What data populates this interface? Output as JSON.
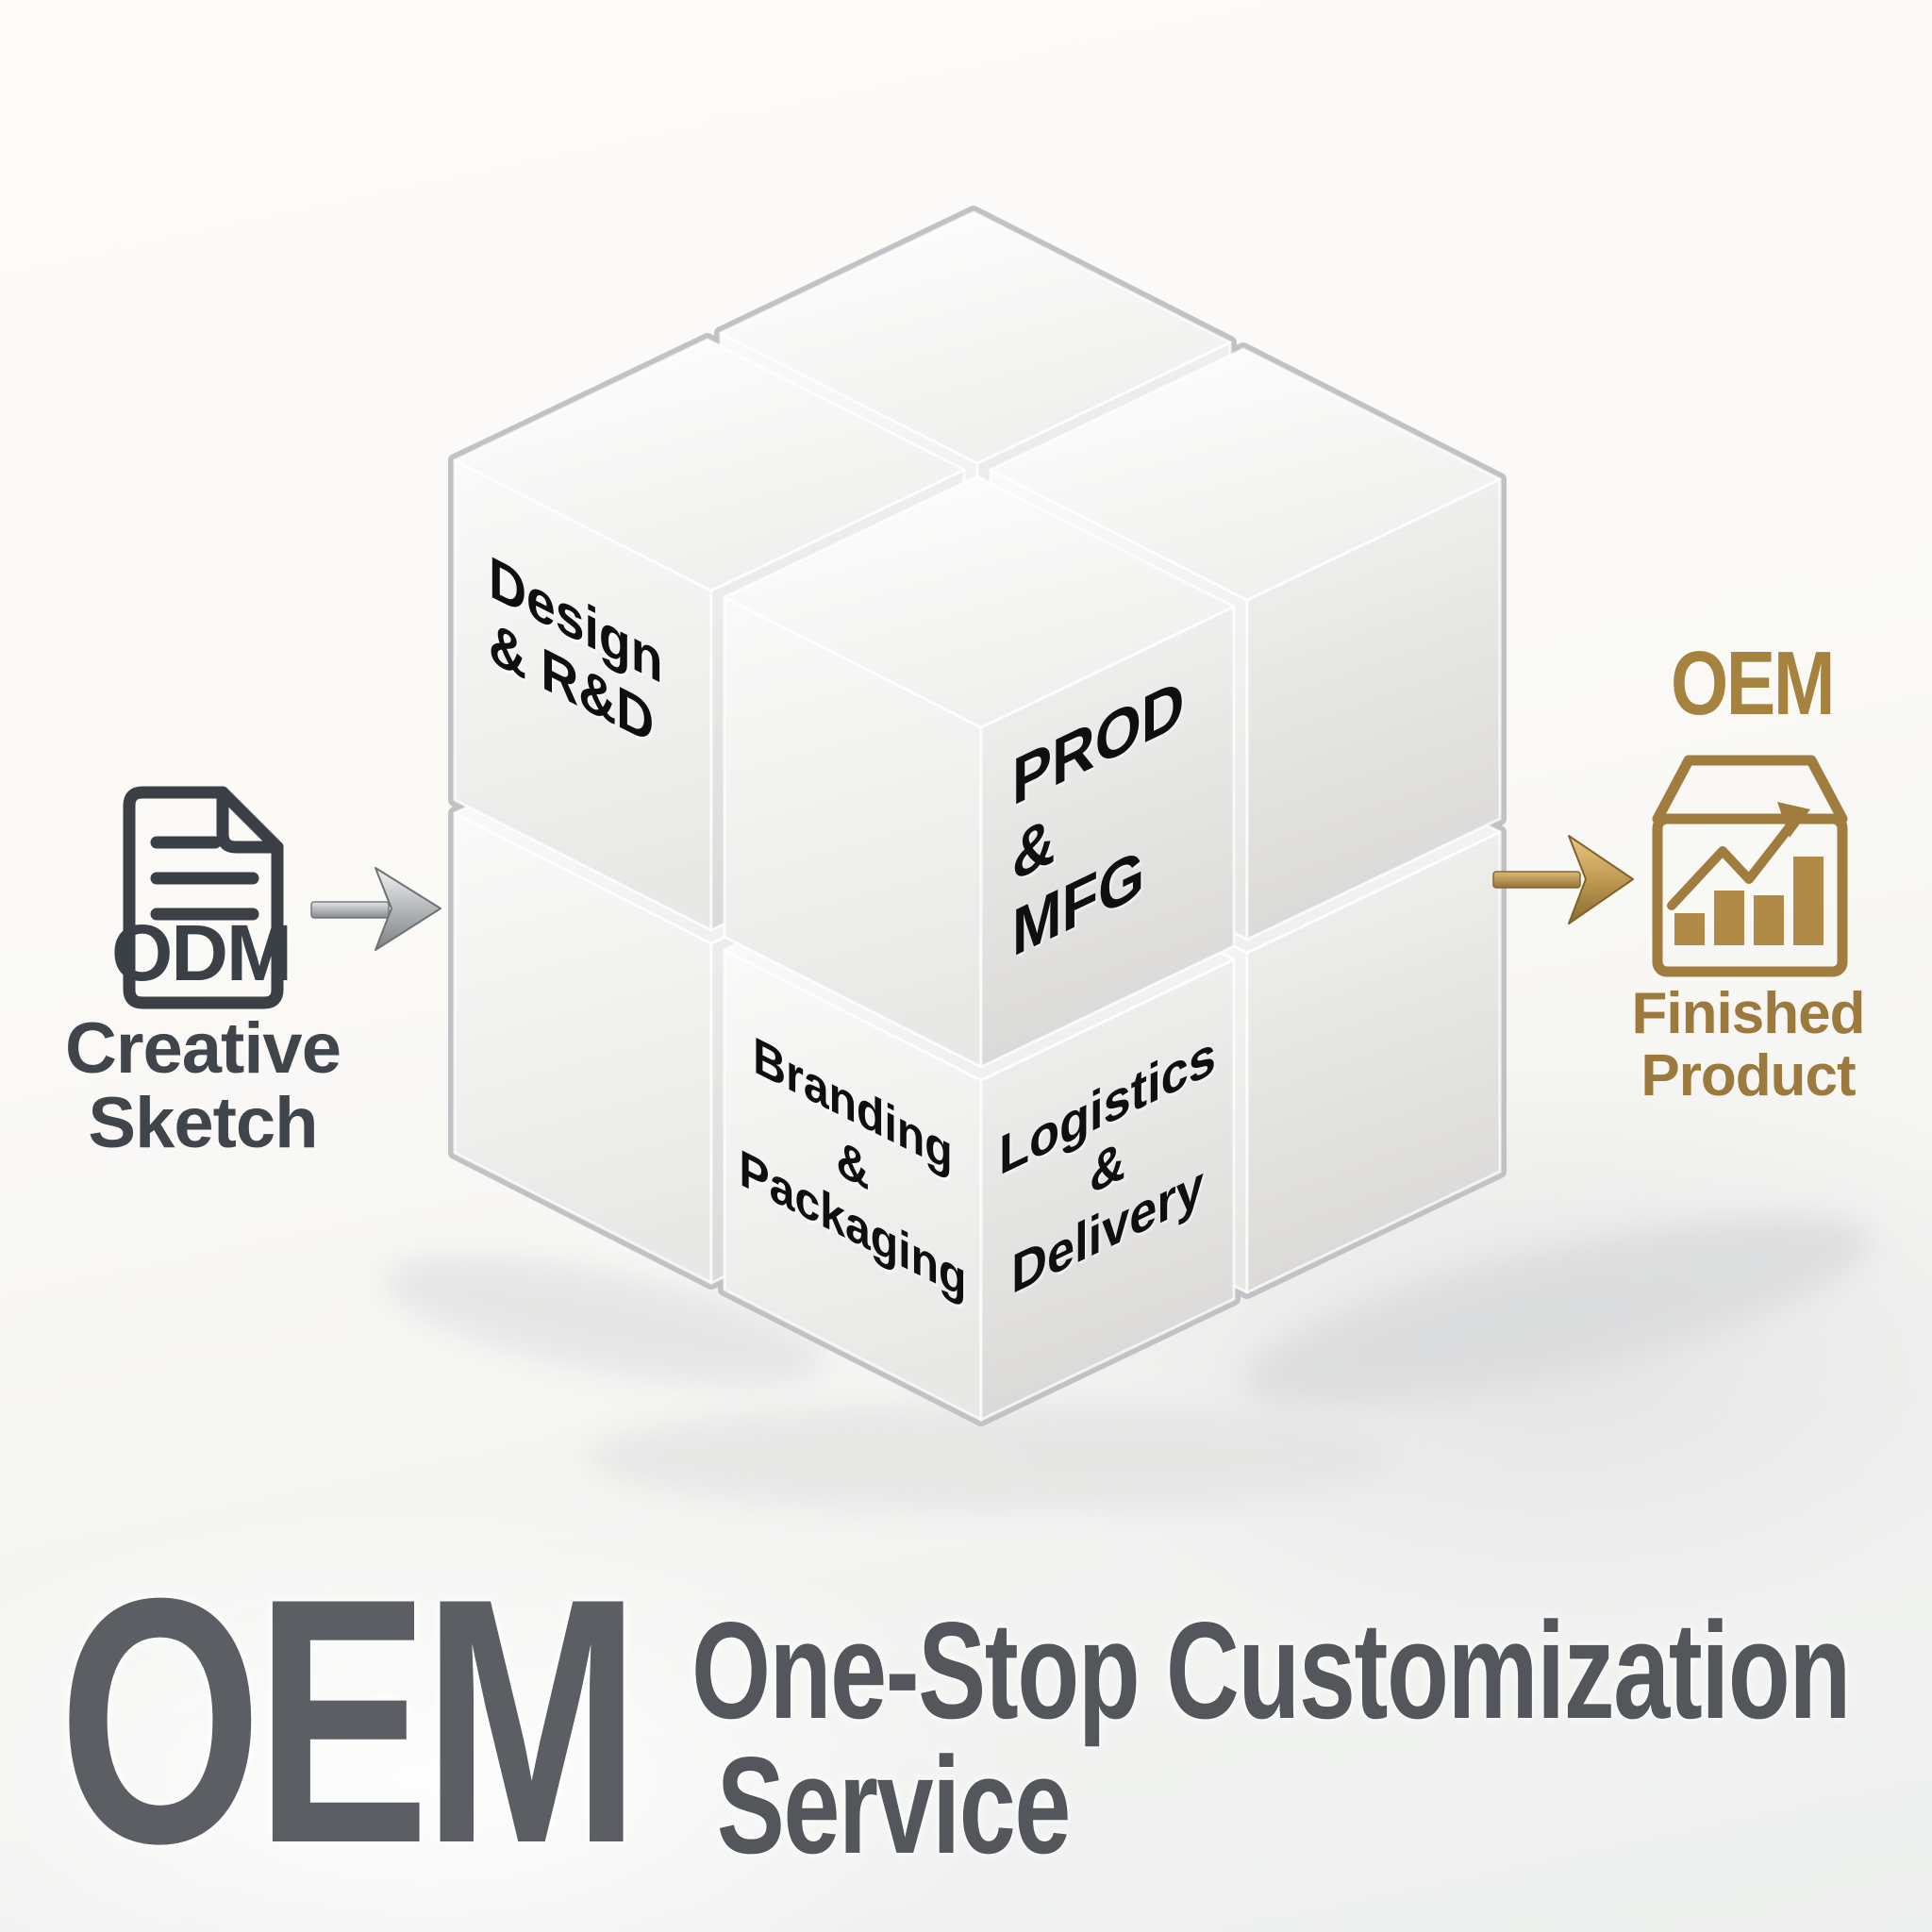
{
  "input": {
    "icon": "odm-document-icon",
    "icon_text": "ODM",
    "caption": "Creative\nSketch"
  },
  "process_cube": {
    "faces": [
      {
        "id": "design",
        "label": "Design\n& R&D"
      },
      {
        "id": "production",
        "label": "PROD\n&\nMFG"
      },
      {
        "id": "branding",
        "label": "Branding\n&\nPackaging"
      },
      {
        "id": "logistics",
        "label": "Logistics\n&\nDelivery"
      }
    ]
  },
  "output": {
    "heading": "OEM",
    "icon": "box-growth-chart-icon",
    "caption": "Finished\nProduct"
  },
  "footer": {
    "brand": "OEM",
    "tagline_line1": "One-Stop Customization",
    "tagline_line2": "Service"
  },
  "arrows": [
    {
      "id": "input-arrow",
      "direction": "right",
      "color": "#8d9194"
    },
    {
      "id": "output-arrow",
      "direction": "right",
      "color": "#a6823f"
    }
  ],
  "colors": {
    "ink_dark": "#3b4046",
    "accent_gold": "#a6823f",
    "footer_gray": "#5b5f63",
    "cube_face": "#f6f6f4",
    "cube_gap": "#c0c3c5"
  }
}
